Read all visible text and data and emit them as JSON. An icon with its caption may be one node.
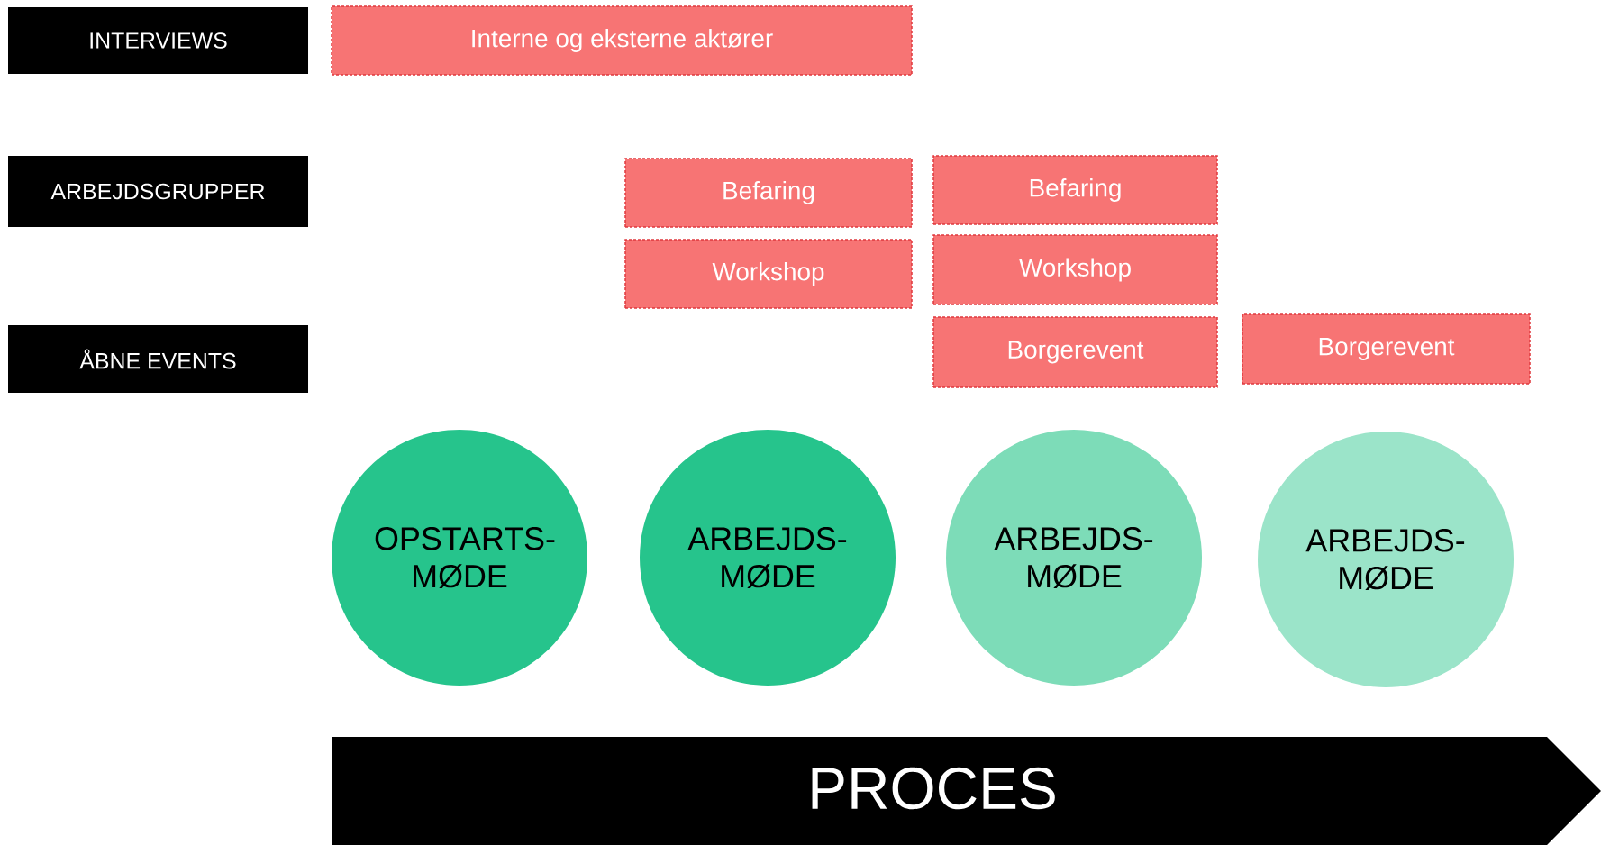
{
  "diagram": {
    "nodes": [
      {
        "text": [
          "INTERVIEWS"
        ]
      },
      {
        "text": [
          "ARBEJDSGRUPPER"
        ]
      },
      {
        "text": [
          "ÅBNE EVENTS"
        ]
      },
      {
        "text": [
          "Interne og eksterne aktører"
        ]
      },
      {
        "text": [
          "Befaring"
        ]
      },
      {
        "text": [
          "Workshop"
        ]
      },
      {
        "text": [
          "Befaring"
        ]
      },
      {
        "text": [
          "Workshop"
        ]
      },
      {
        "text": [
          "Borgerevent"
        ]
      },
      {
        "text": [
          "Borgerevent"
        ]
      },
      {
        "text": [
          "OPSTARTS- MØDE"
        ]
      },
      {
        "text": [
          "ARBEJDS- MØDE"
        ]
      },
      {
        "text": [
          "ARBEJDS- MØDE"
        ]
      },
      {
        "text": [
          "ARBEJDS- MØDE"
        ]
      },
      {
        "text": [
          "PROCES"
        ]
      }
    ]
  }
}
